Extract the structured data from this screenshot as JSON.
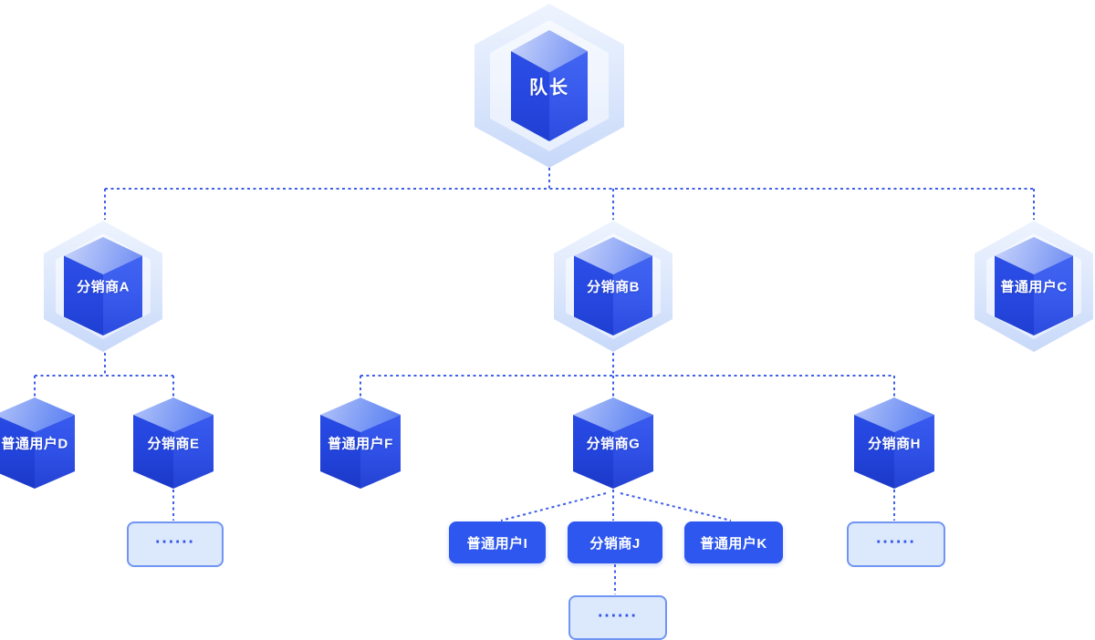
{
  "diagram_title": "distribution-team-hierarchy",
  "colors": {
    "connector": "#3d5fea",
    "box_solid": "#2d57ee",
    "box_light_bg": "#dce8fc",
    "box_light_border": "#7095f2",
    "dots_text": "#2f54eb",
    "cube_front_blue": "#2d52e9",
    "shell_light_blue": "#dde8fc"
  },
  "nodes": {
    "captain": {
      "label": "队长"
    },
    "distributor_a": {
      "label": "分销商A"
    },
    "distributor_b": {
      "label": "分销商B"
    },
    "user_c": {
      "label": "普通用户C"
    },
    "user_d": {
      "label": "普通用户D"
    },
    "distributor_e": {
      "label": "分销商E"
    },
    "user_f": {
      "label": "普通用户F"
    },
    "distributor_g": {
      "label": "分销商G"
    },
    "distributor_h": {
      "label": "分销商H"
    },
    "user_i": {
      "label": "普通用户I"
    },
    "distributor_j": {
      "label": "分销商J"
    },
    "user_k": {
      "label": "普通用户K"
    },
    "more_under_e": {
      "label": "......"
    },
    "more_under_h": {
      "label": "......"
    },
    "more_under_j": {
      "label": "......"
    }
  }
}
